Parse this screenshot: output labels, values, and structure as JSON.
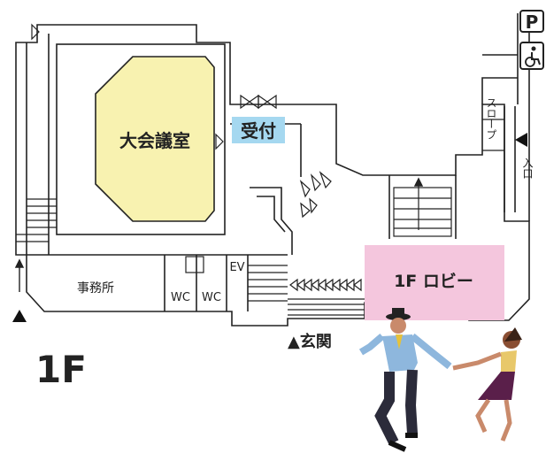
{
  "floor": {
    "label": "1F"
  },
  "rooms": {
    "hall": "大会議室",
    "reception": "受付",
    "office": "事務所",
    "wc1": "WC",
    "wc2": "WC",
    "ev": "EV",
    "lobby": "1F ロビー"
  },
  "labels": {
    "entrance": "▲玄関",
    "slope": "スロープ",
    "entry": "入口",
    "parking": "P"
  },
  "colors": {
    "hall_fill": "#f8f2b0",
    "reception_bg": "#a5d8f0",
    "lobby_fill": "#f4c6dd",
    "line": "#222222"
  },
  "icons": [
    "parking-icon",
    "wheelchair-icon",
    "entry-arrow-icon",
    "up-arrow-icon",
    "dancers-illustration"
  ]
}
